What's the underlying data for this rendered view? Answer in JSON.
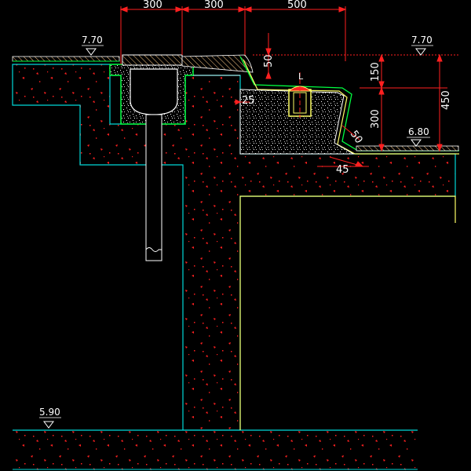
{
  "drawing": {
    "colors": {
      "background": "#000000",
      "concrete_outline": "#00d8d8",
      "concrete_hatch": "#ff2020",
      "drain_outline": "#00ff40",
      "dimension": "#ff2020",
      "structure_edge": "#ffff66",
      "paving_hatch": "#ffffff",
      "text": "#ffffff"
    },
    "dimensions": {
      "top_1": "300",
      "top_2": "300",
      "top_3": "500",
      "v_50": "50",
      "v_150": "150",
      "v_300": "300",
      "v_450": "450",
      "slope_50": "50",
      "slope_45": "45",
      "r_25": "25"
    },
    "levels": {
      "left_top": "7.70",
      "right_top": "7.70",
      "right_low": "6.80",
      "bottom": "5.90"
    },
    "centerline_mark": "L"
  }
}
